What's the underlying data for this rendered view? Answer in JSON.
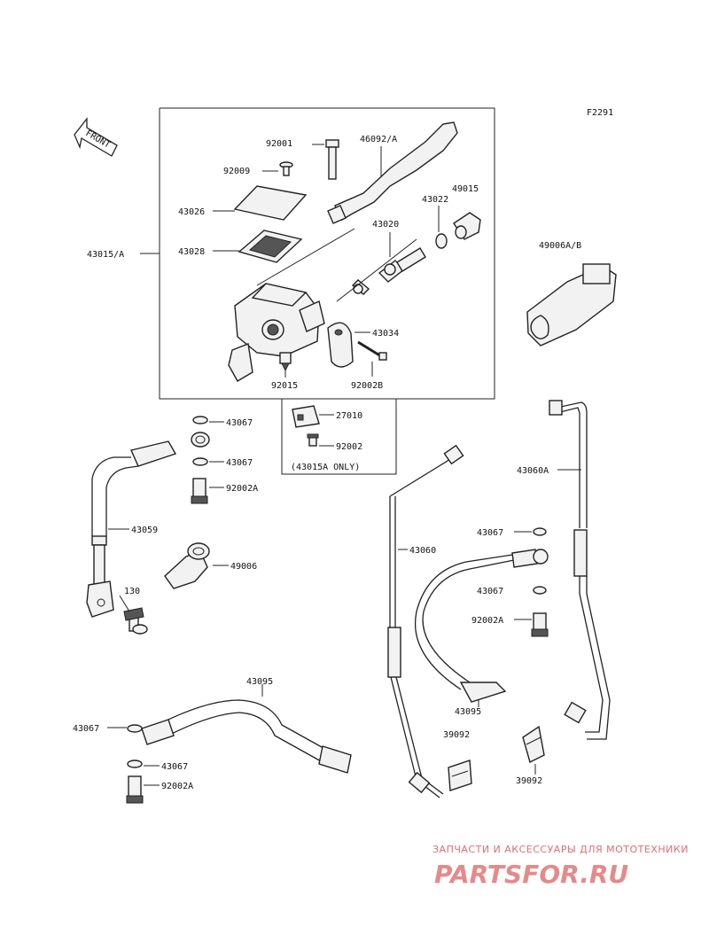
{
  "figure_id": "F2291",
  "front_label": "FRONT",
  "labels": {
    "p92001": "92001",
    "p46092A": "46092/A",
    "p92009": "92009",
    "p43026": "43026",
    "p43022": "43022",
    "p49015": "49015",
    "p43020": "43020",
    "p43028": "43028",
    "p43015A": "43015/A",
    "p49006AB": "49006A/B",
    "p43034": "43034",
    "p92015": "92015",
    "p92002B": "92002B",
    "p27010": "27010",
    "p92002_box": "92002",
    "box_note": "(43015A ONLY)",
    "p43067_a": "43067",
    "p43067_b": "43067",
    "p92002A_a": "92002A",
    "p43060A": "43060A",
    "p43059": "43059",
    "p43060": "43060",
    "p43067_c": "43067",
    "p49006": "49006",
    "p43067_d": "43067",
    "p130": "130",
    "p92002A_b": "92002A",
    "p43095_a": "43095",
    "p43095_b": "43095",
    "p43067_e": "43067",
    "p39092_a": "39092",
    "p39092_b": "39092",
    "p43067_f": "43067",
    "p92002A_c": "92002A"
  },
  "watermark": {
    "tagline": "ЗАПЧАСТИ И АКСЕССУАРЫ ДЛЯ МОТОТЕХНИКИ",
    "brand": "PARTSFOR.RU"
  }
}
